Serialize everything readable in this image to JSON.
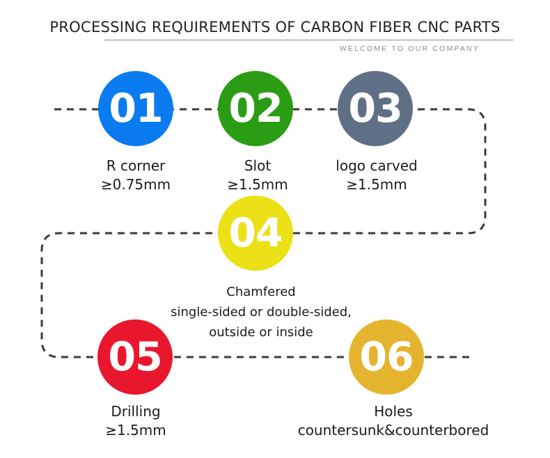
{
  "header": {
    "title": "PROCESSING REQUIREMENTS OF CARBON FIBER CNC PARTS",
    "subtitle": "WELCOME TO OUR COMPANY"
  },
  "colors": {
    "step1": "#0a7cf0",
    "step2": "#2a9d15",
    "step3": "#5f7086",
    "step4": "#ece116",
    "step5": "#e8172e",
    "step6": "#e5b42f",
    "dash": "#3a3a3a"
  },
  "steps": [
    {
      "number": "01",
      "name": "R corner",
      "detail": "≥0.75mm"
    },
    {
      "number": "02",
      "name": "Slot",
      "detail": "≥1.5mm"
    },
    {
      "number": "03",
      "name": "logo carved",
      "detail": "≥1.5mm"
    },
    {
      "number": "04",
      "name": "Chamfered",
      "detail": "single-sided or double-sided,",
      "detail2": "outside or inside"
    },
    {
      "number": "05",
      "name": "Drilling",
      "detail": "≥1.5mm"
    },
    {
      "number": "06",
      "name": "Holes",
      "detail": "countersunk&counterbored"
    }
  ]
}
